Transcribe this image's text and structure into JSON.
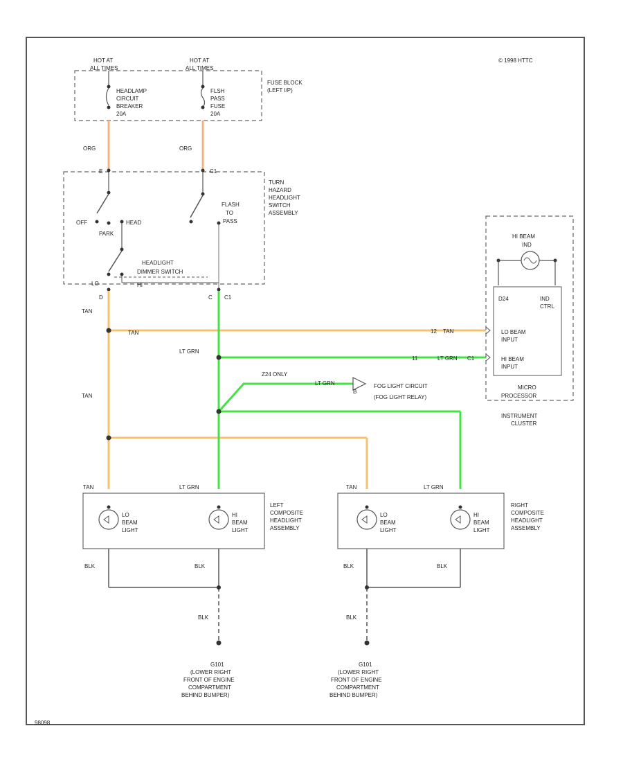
{
  "copyright": "© 1998 HTTC",
  "footer_code": "98098",
  "fuse_block": {
    "hot_label_1": [
      "HOT AT",
      "ALL TIMES"
    ],
    "hot_label_2": [
      "HOT AT",
      "ALL TIMES"
    ],
    "breaker_label": [
      "HEADLAMP",
      "CIRCUIT",
      "BREAKER",
      "20A"
    ],
    "fuse_label": [
      "FLSH",
      "PASS",
      "FUSE",
      "20A"
    ],
    "block_label": [
      "FUSE BLOCK",
      "(LEFT I/P)"
    ]
  },
  "switch_assembly": {
    "label": [
      "TURN",
      "HAZARD",
      "HEADLIGHT",
      "SWITCH",
      "ASSEMBLY"
    ],
    "terminal_e": "E",
    "terminal_d": "D",
    "terminal_c": "C",
    "terminal_c1": "C1",
    "off": "OFF",
    "park": "PARK",
    "head": "HEAD",
    "lo": "LO",
    "hi": "HI",
    "flash_to_pass": [
      "FLASH",
      "TO",
      "PASS"
    ],
    "dimmer_label": [
      "HEADLIGHT",
      "DIMMER SWITCH"
    ]
  },
  "wires": {
    "org_1": "ORG",
    "org_2": "ORG",
    "tan_1": "TAN",
    "tan_2": "TAN",
    "tan_3": "TAN",
    "tan_4": "TAN",
    "tan_5": "TAN",
    "ltgrn_1": "LT GRN",
    "ltgrn_2": "LT GRN",
    "ltgrn_3": "LT GRN",
    "ltgrn_4": "LT GRN",
    "ltgrn_5": "LT GRN",
    "blk_1": "BLK",
    "blk_2": "BLK",
    "blk_3": "BLK",
    "blk_4": "BLK",
    "blk_5": "BLK",
    "blk_6": "BLK",
    "pin_12": "12",
    "pin_11": "11",
    "pin_c1a": "C1",
    "pin_c1b": "C1",
    "zones": "Z24 ONLY"
  },
  "fog": {
    "label": [
      "FOG LIGHT CIRCUIT",
      "(FOG LIGHT RELAY)"
    ],
    "pin": "B"
  },
  "cluster": {
    "hi_beam_ind": [
      "HI BEAM",
      "IND"
    ],
    "d24": "D24",
    "ind_ctrl": [
      "IND",
      "CTRL"
    ],
    "lo_beam_input": [
      "LO BEAM",
      "INPUT"
    ],
    "hi_beam_input": [
      "HI BEAM",
      "INPUT"
    ],
    "micro": [
      "MICRO",
      "PROCESSOR"
    ],
    "name": [
      "INSTRUMENT",
      "CLUSTER"
    ]
  },
  "left_assembly": {
    "label": [
      "LEFT",
      "COMPOSITE",
      "HEADLIGHT",
      "ASSEMBLY"
    ],
    "lo": [
      "LO",
      "BEAM",
      "LIGHT"
    ],
    "hi": [
      "HI",
      "BEAM",
      "LIGHT"
    ]
  },
  "right_assembly": {
    "label": [
      "RIGHT",
      "COMPOSITE",
      "HEADLIGHT",
      "ASSEMBLY"
    ],
    "lo": [
      "LO",
      "BEAM",
      "LIGHT"
    ],
    "hi": [
      "HI",
      "BEAM",
      "LIGHT"
    ]
  },
  "grounds": {
    "g101_left": [
      "G101",
      "(LOWER RIGHT",
      "FRONT OF ENGINE",
      "COMPARTMENT",
      "BEHIND BUMPER)"
    ],
    "g101_right": [
      "G101",
      "(LOWER RIGHT",
      "FRONT OF ENGINE",
      "COMPARTMENT",
      "BEHIND BUMPER)"
    ]
  },
  "colors": {
    "org": "#f4b084",
    "tan": "#f5c270",
    "lt_grn": "#44e244",
    "blk": "#555555",
    "frame": "#555555"
  }
}
